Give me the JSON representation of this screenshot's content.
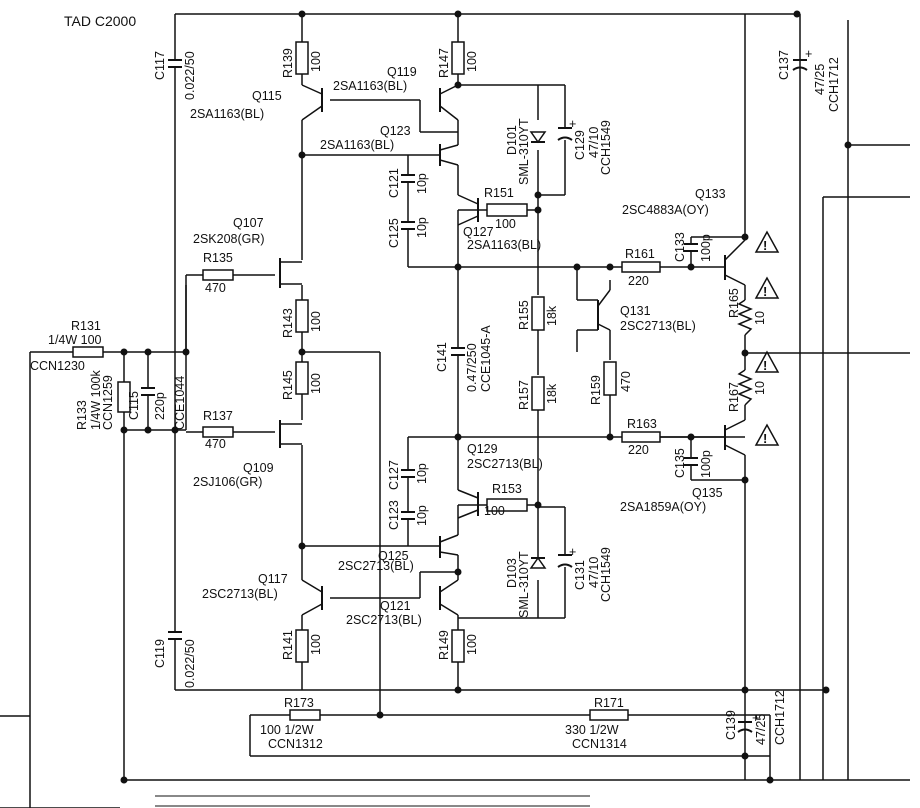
{
  "title": "TAD C2000",
  "components": {
    "R131": {
      "ref": "R131",
      "value": "1/4W 100",
      "code": "CCN1230"
    },
    "R133": {
      "ref": "R133",
      "value": "1/4W 100k",
      "code": "CCN1259"
    },
    "C115": {
      "ref": "C115",
      "value": "220p"
    },
    "C117": {
      "ref": "C117",
      "value": "0.022/50"
    },
    "C119": {
      "ref": "C119",
      "value": "0.022/50"
    },
    "CCE1044": {
      "ref": "CCE1044"
    },
    "R135": {
      "ref": "R135",
      "value": "470"
    },
    "R137": {
      "ref": "R137",
      "value": "470"
    },
    "Q107": {
      "ref": "Q107",
      "part": "2SK208(GR)"
    },
    "Q109": {
      "ref": "Q109",
      "part": "2SJ106(GR)"
    },
    "R139": {
      "ref": "R139",
      "value": "100"
    },
    "R141": {
      "ref": "R141",
      "value": "100"
    },
    "R143": {
      "ref": "R143",
      "value": "100"
    },
    "R145": {
      "ref": "R145",
      "value": "100"
    },
    "Q115": {
      "ref": "Q115",
      "part": "2SA1163(BL)"
    },
    "Q117": {
      "ref": "Q117",
      "part": "2SC2713(BL)"
    },
    "R147": {
      "ref": "R147",
      "value": "100"
    },
    "R149": {
      "ref": "R149",
      "value": "100"
    },
    "Q119": {
      "ref": "Q119",
      "part": "2SA1163(BL)"
    },
    "Q121": {
      "ref": "Q121",
      "part": "2SC2713(BL)"
    },
    "Q123": {
      "ref": "Q123",
      "part": "2SA1163(BL)"
    },
    "Q125": {
      "ref": "Q125",
      "part": "2SC2713(BL)"
    },
    "Q127": {
      "ref": "Q127",
      "part": "2SA1163(BL)"
    },
    "Q129": {
      "ref": "Q129",
      "part": "2SC2713(BL)"
    },
    "C121": {
      "ref": "C121",
      "value": "10p"
    },
    "C125": {
      "ref": "C125",
      "value": "10p"
    },
    "C127": {
      "ref": "C127",
      "value": "10p"
    },
    "C123": {
      "ref": "C123",
      "value": "10p"
    },
    "C141": {
      "ref": "C141",
      "value": "0.47/250",
      "code": "CCE1045-A"
    },
    "D101": {
      "ref": "D101",
      "part": "SML-310YT"
    },
    "D103": {
      "ref": "D103",
      "part": "SML-310YT"
    },
    "C129": {
      "ref": "C129",
      "value": "47/10",
      "code": "CCH1549"
    },
    "C131": {
      "ref": "C131",
      "value": "47/10",
      "code": "CCH1549"
    },
    "R151": {
      "ref": "R151",
      "value": "100"
    },
    "R153": {
      "ref": "R153",
      "value": "100"
    },
    "R155": {
      "ref": "R155",
      "value": "18k"
    },
    "R157": {
      "ref": "R157",
      "value": "18k"
    },
    "Q131": {
      "ref": "Q131",
      "part": "2SC2713(BL)"
    },
    "R159": {
      "ref": "R159",
      "value": "470"
    },
    "R161": {
      "ref": "R161",
      "value": "220"
    },
    "R163": {
      "ref": "R163",
      "value": "220"
    },
    "C133": {
      "ref": "C133",
      "value": "100p"
    },
    "C135": {
      "ref": "C135",
      "value": "100p"
    },
    "Q133": {
      "ref": "Q133",
      "part": "2SC4883A(OY)"
    },
    "Q135": {
      "ref": "Q135",
      "part": "2SA1859A(OY)"
    },
    "R165": {
      "ref": "R165",
      "value": "10"
    },
    "R167": {
      "ref": "R167",
      "value": "10"
    },
    "C137": {
      "ref": "C137",
      "value": "47/25",
      "code": "CCH1712"
    },
    "C139": {
      "ref": "C139",
      "value": "47/25",
      "code": "CCH1712"
    },
    "R171": {
      "ref": "R171",
      "value": "330 1/2W",
      "code": "CCN1314"
    },
    "R173": {
      "ref": "R173",
      "value": "100 1/2W",
      "code": "CCN1312"
    }
  },
  "symbols": {
    "warning": "!",
    "plus": "+"
  }
}
